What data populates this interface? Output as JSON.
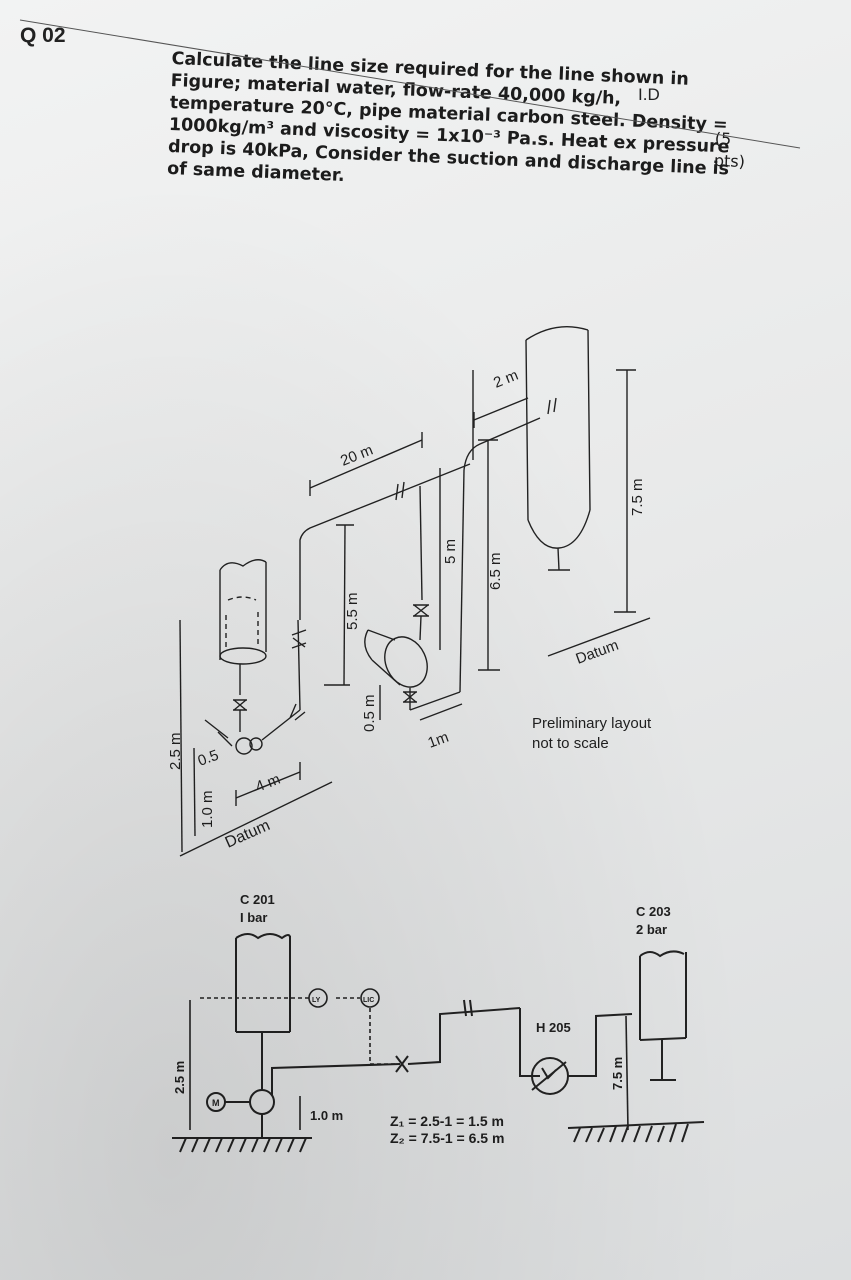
{
  "question": {
    "number": "Q 02",
    "id_label": "I.D",
    "points": "(5 pts)"
  },
  "problem_lines": [
    "Calculate the line size required for the line shown in",
    "Figure;  material   water,  flow-rate  40,000  kg/h,",
    "temperature 20°C, pipe material carbon steel. Density =",
    "1000kg/m³ and viscosity = 1x10⁻³ Pa.s. Heat ex pressure",
    "drop is 40kPa, Consider the suction and discharge line is",
    "of same diameter."
  ],
  "isometric": {
    "dims": {
      "d25": "2.5 m",
      "d10": "1.0 m",
      "d05a": "0.5",
      "d4": "4 m",
      "d20": "20 m",
      "d55": "5.5 m",
      "d05b": "0.5 m",
      "d5": "5 m",
      "d65": "6.5 m",
      "d1": "1m",
      "d2": "2 m",
      "d75": "7.5 m"
    },
    "datum_left": "Datum",
    "datum_right": "Datum",
    "note_line1": "Preliminary layout",
    "note_line2": "not to scale"
  },
  "schematic": {
    "c201_tag": "C 201",
    "c201_pressure": "I bar",
    "c203_tag": "C 203",
    "c203_pressure": "2 bar",
    "h205": "H 205",
    "left_height": "2.5 m",
    "right_height": "7.5 m",
    "pump_height": "1.0 m",
    "z1": "Z₁ = 2.5-1 = 1.5 m",
    "z2": "Z₂ = 7.5-1 = 6.5 m",
    "ly_label": "LY",
    "lic_label": "LIC",
    "motor_label": "M"
  }
}
